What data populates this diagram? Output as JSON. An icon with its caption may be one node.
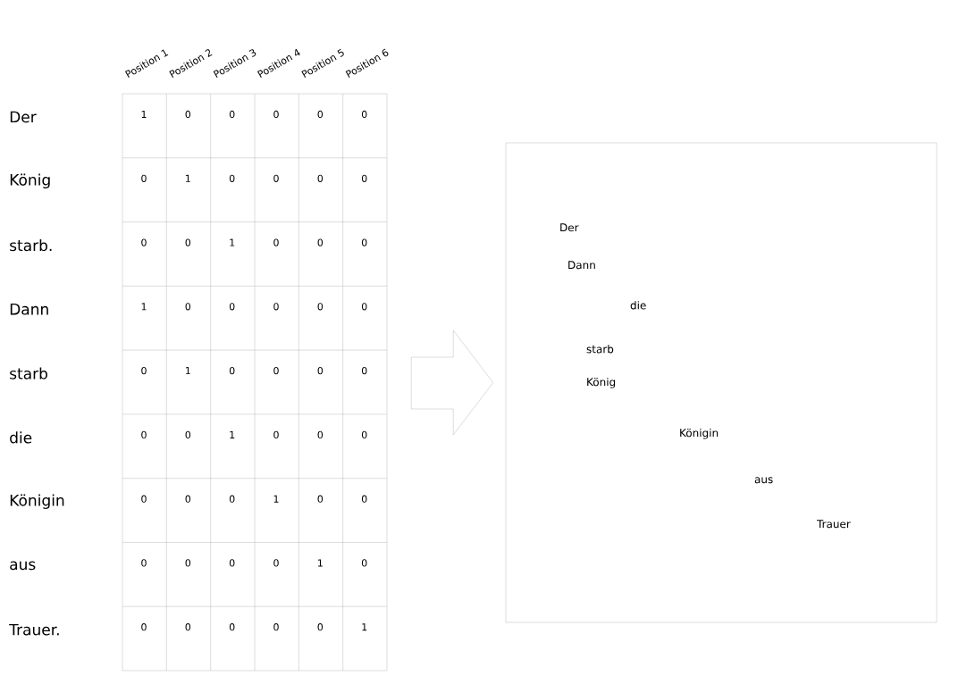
{
  "diagram": {
    "nodes": [
      {
        "text": [],
        "shape": "box"
      },
      {
        "text": [],
        "shape": "box"
      },
      {
        "text": [
          "Der"
        ],
        "in": 1
      },
      {
        "text": [
          "Dann"
        ],
        "in": 1
      },
      {
        "text": [
          "die"
        ],
        "in": 1
      },
      {
        "text": [
          "starb"
        ],
        "in": 1
      },
      {
        "text": [
          "König"
        ],
        "in": 1
      },
      {
        "text": [
          "Königin"
        ],
        "in": 1
      },
      {
        "text": [
          "aus"
        ],
        "in": 1
      },
      {
        "text": [
          "Trauer"
        ],
        "in": 1
      }
    ],
    "edges": [
      {
        "from": 0,
        "to": 1,
        "arrow": "to"
      }
    ],
    "labels": [
      "Position 1",
      "Position 2",
      "Position 3",
      "Position 4",
      "Position 5",
      "Position 6",
      "Der",
      "1",
      "0",
      "0",
      "0",
      "0",
      "0",
      "König",
      "0",
      "1",
      "0",
      "0",
      "0",
      "0",
      "starb.",
      "0",
      "0",
      "1",
      "0",
      "0",
      "0",
      "Dann",
      "1",
      "0",
      "0",
      "0",
      "0",
      "0",
      "starb",
      "0",
      "1",
      "0",
      "0",
      "0",
      "0",
      "die",
      "0",
      "0",
      "1",
      "0",
      "0",
      "0",
      "Königin",
      "0",
      "0",
      "0",
      "1",
      "0",
      "0",
      "aus",
      "0",
      "0",
      "0",
      "0",
      "1",
      "0",
      "Trauer.",
      "0",
      "0",
      "0",
      "0",
      "0",
      "1"
    ]
  }
}
